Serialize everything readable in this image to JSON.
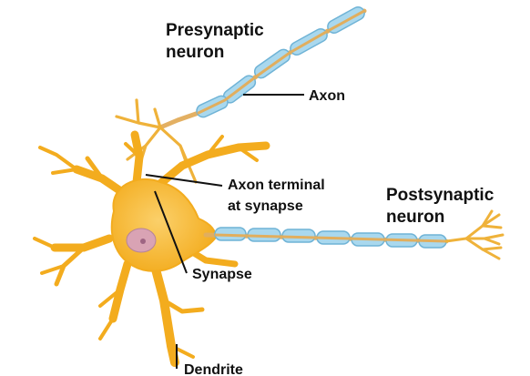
{
  "labels": {
    "presynaptic": [
      "Presynaptic",
      "neuron"
    ],
    "axon": "Axon",
    "axon_terminal": [
      "Axon terminal",
      "at synapse"
    ],
    "postsynaptic": [
      "Postsynaptic",
      "neuron"
    ],
    "synapse": "Synapse",
    "dendrite": "Dendrite"
  },
  "colors": {
    "neuron_fill": "#F7B523",
    "neuron_dark": "#E39A10",
    "myelin": "#A9D8EE",
    "myelin_edge": "#6FB3D6",
    "axon_core": "#E1AE5E",
    "nucleus": "#D9A3B4",
    "nucleolus": "#9E6482",
    "leader": "#111111"
  }
}
